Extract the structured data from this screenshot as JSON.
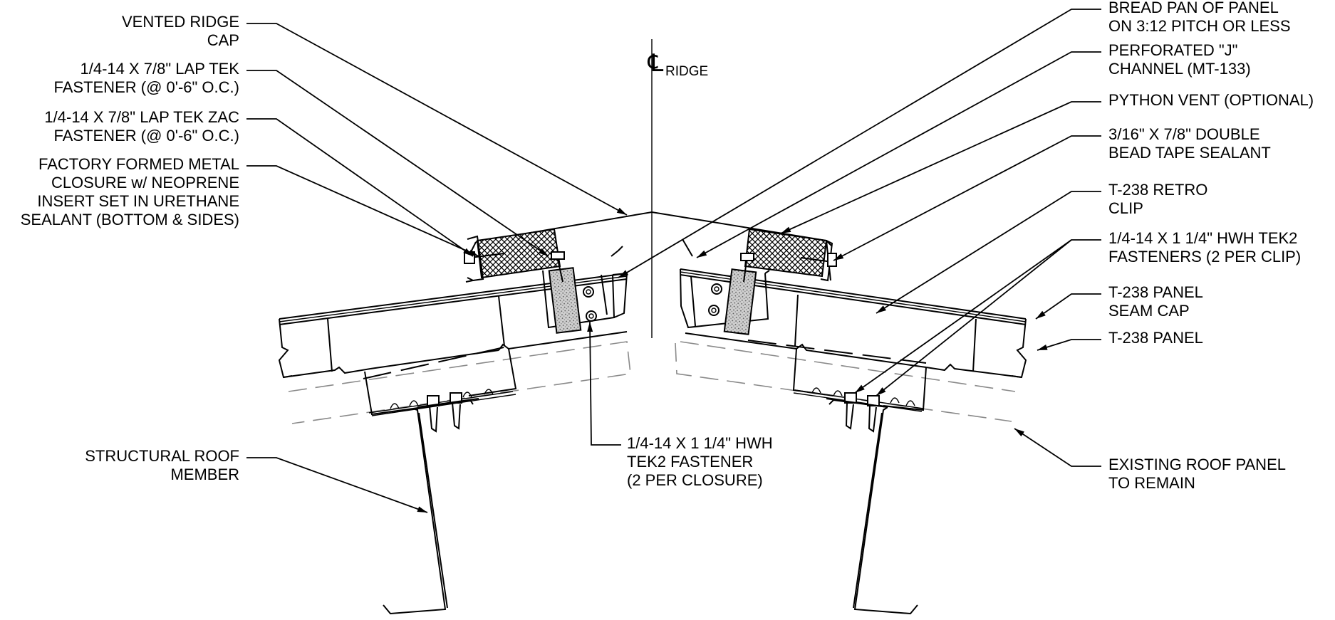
{
  "centerline": {
    "symbol": "℄",
    "label": "RIDGE"
  },
  "callouts": {
    "vented_ridge_cap": [
      "VENTED RIDGE",
      "CAP"
    ],
    "lap_tek": [
      "1/4-14 X 7/8\" LAP TEK",
      "FASTENER (@ 0'-6\" O.C.)"
    ],
    "lap_tek_zac": [
      "1/4-14 X 7/8\" LAP TEK ZAC",
      "FASTENER (@ 0'-6\" O.C.)"
    ],
    "metal_closure": [
      "FACTORY FORMED METAL",
      "CLOSURE w/ NEOPRENE",
      "INSERT SET IN URETHANE",
      "SEALANT (BOTTOM & SIDES)"
    ],
    "structural": [
      "STRUCTURAL ROOF",
      "MEMBER"
    ],
    "closure_fastener": [
      "1/4-14 X 1 1/4\" HWH",
      "TEK2 FASTENER",
      "(2 PER CLOSURE)"
    ],
    "bread_pan": [
      "BREAD PAN OF PANEL",
      "ON 3:12 PITCH OR LESS"
    ],
    "j_channel": [
      "PERFORATED \"J\"",
      "CHANNEL (MT-133)"
    ],
    "python_vent": [
      "PYTHON VENT (OPTIONAL)"
    ],
    "tape_sealant": [
      "3/16\" X 7/8\" DOUBLE",
      "BEAD TAPE SEALANT"
    ],
    "retro_clip": [
      "T-238 RETRO",
      "CLIP"
    ],
    "clip_fasteners": [
      "1/4-14 X 1 1/4\" HWH TEK2",
      "FASTENERS (2 PER CLIP)"
    ],
    "seam_cap": [
      "T-238 PANEL",
      "SEAM CAP"
    ],
    "panel": [
      "T-238 PANEL"
    ],
    "existing_panel": [
      "EXISTING ROOF PANEL",
      "TO REMAIN"
    ]
  }
}
